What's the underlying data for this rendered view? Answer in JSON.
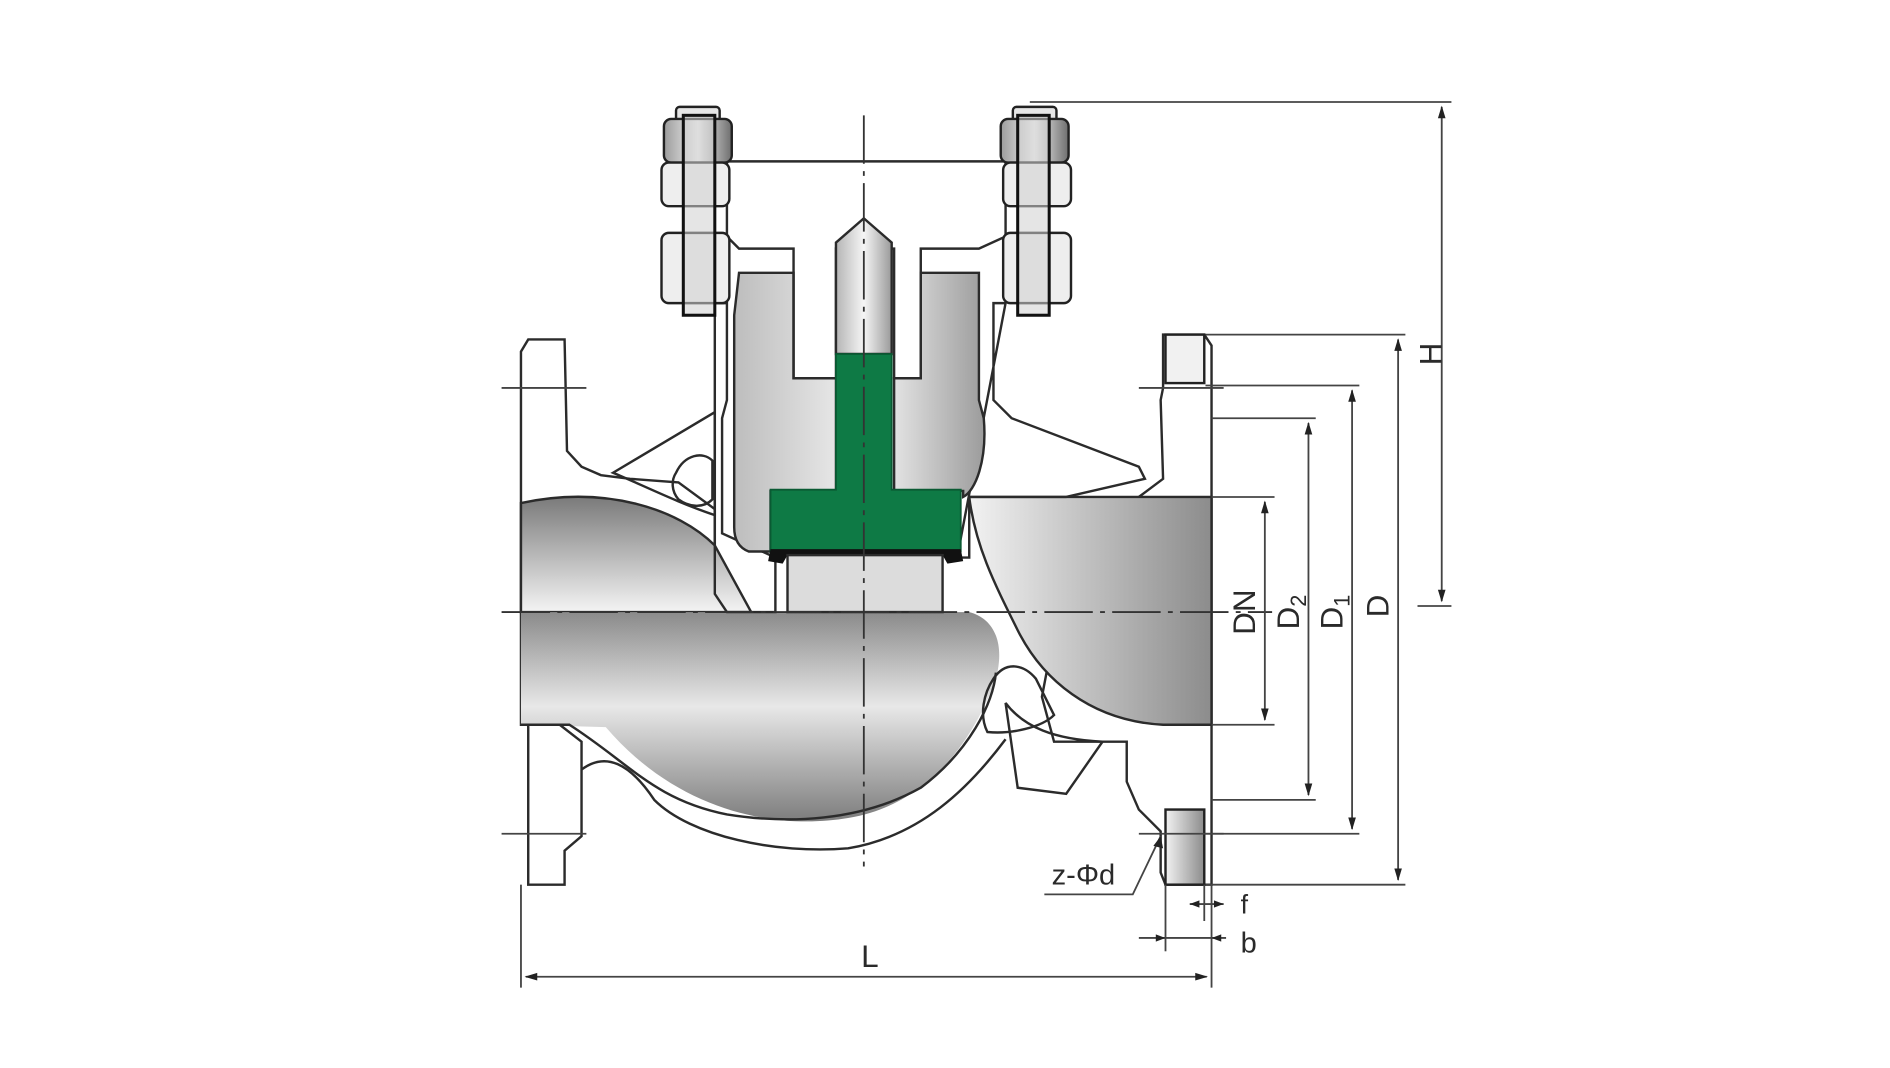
{
  "diagram": {
    "title": "Flanged lift check valve — sectional view with dimensions",
    "colors": {
      "background": "#ffffff",
      "body_light": "#f2f2f2",
      "body_mid": "#cfcfcf",
      "body_dark": "#7e7e7e",
      "disc_green": "#0e7a45",
      "seal_black": "#111111",
      "outline": "#2b2b2b"
    },
    "labels": {
      "H": "H",
      "DN": "DN",
      "D2": "D",
      "D2_sub": "2",
      "D1": "D",
      "D1_sub": "1",
      "D": "D",
      "L": "L",
      "f": "f",
      "b": "b",
      "bolt_holes": "z-Φd"
    },
    "dimension_names": [
      "H",
      "DN",
      "D2",
      "D1",
      "D",
      "L",
      "f",
      "b",
      "z-Φd"
    ],
    "components": [
      "bonnet",
      "bonnet-bolts",
      "disc",
      "disc-stem",
      "seat-ring",
      "body",
      "inlet-flange",
      "outlet-flange"
    ]
  }
}
